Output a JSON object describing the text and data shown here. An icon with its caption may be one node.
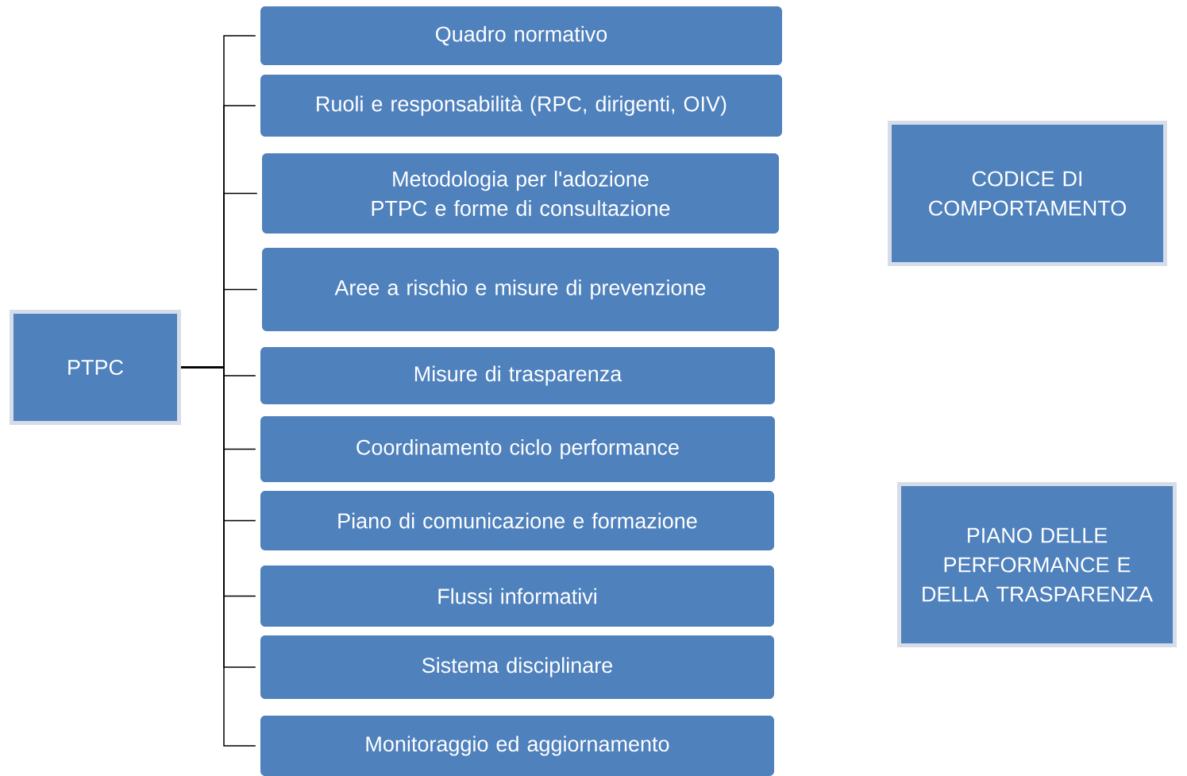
{
  "diagram": {
    "nodes": [
      {
        "text": [
          "PTPC"
        ]
      },
      {
        "text": [
          "Quadro normativo"
        ]
      },
      {
        "text": [
          "Ruoli e responsabilità (RPC, dirigenti, OIV)"
        ]
      },
      {
        "text": [
          "Metodologia per l'adozione PTPC e forme di consultazione"
        ]
      },
      {
        "text": [
          "Aree a rischio e misure di prevenzione"
        ]
      },
      {
        "text": [
          "Misure di trasparenza"
        ]
      },
      {
        "text": [
          "Coordinamento ciclo performance"
        ]
      },
      {
        "text": [
          "Piano di comunicazione e formazione"
        ]
      },
      {
        "text": [
          "Flussi informativi"
        ]
      },
      {
        "text": [
          "Sistema disciplinare"
        ]
      },
      {
        "text": [
          "Monitoraggio ed aggiornamento"
        ]
      },
      {
        "text": [
          "CODICE DI COMPORTAMENTO"
        ]
      },
      {
        "text": [
          "PIANO DELLE PERFORMANCE E DELLA TRASPARENZA"
        ]
      }
    ],
    "edges": [
      {
        "from": 0,
        "to": 1,
        "arrow": "none"
      },
      {
        "from": 0,
        "to": 2,
        "arrow": "none"
      },
      {
        "from": 0,
        "to": 3,
        "arrow": "none"
      },
      {
        "from": 0,
        "to": 4,
        "arrow": "none"
      },
      {
        "from": 0,
        "to": 5,
        "arrow": "none"
      },
      {
        "from": 0,
        "to": 6,
        "arrow": "none"
      },
      {
        "from": 0,
        "to": 7,
        "arrow": "none"
      },
      {
        "from": 0,
        "to": 8,
        "arrow": "none"
      },
      {
        "from": 0,
        "to": 9,
        "arrow": "none"
      },
      {
        "from": 0,
        "to": 10,
        "arrow": "none"
      }
    ]
  }
}
